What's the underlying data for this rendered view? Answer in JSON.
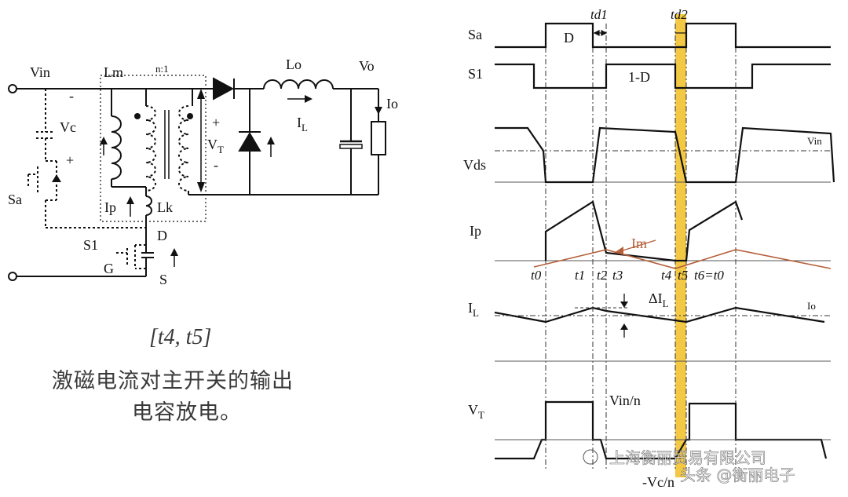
{
  "circuit": {
    "vin": "Vin",
    "lm": "Lm",
    "ratio": "n:1",
    "lo": "Lo",
    "vo": "Vo",
    "io": "Io",
    "vc": "Vc",
    "vc_minus": "-",
    "vc_plus": "+",
    "sa": "Sa",
    "vt": "V",
    "vt_sub": "T",
    "vt_plus": "+",
    "vt_minus": "-",
    "il": "I",
    "il_sub": "L",
    "ip": "Ip",
    "lk": "Lk",
    "s1": "S1",
    "d": "D",
    "g": "G",
    "s": "S"
  },
  "caption": {
    "interval": "[t4, t5]",
    "line1": "激磁电流对主开关的输出",
    "line2": "电容放电。"
  },
  "waveforms": {
    "sa": "Sa",
    "s1": "S1",
    "vds": "Vds",
    "ip": "Ip",
    "il": "I",
    "il_sub": "L",
    "vt": "V",
    "vt_sub": "T",
    "d_label": "D",
    "one_minus_d": "1-D",
    "td1": "td1",
    "td2": "td2",
    "vin_small": "Vin",
    "im": "Im",
    "io_small": "Io",
    "delta_il": "ΔI",
    "delta_il_sub": "L",
    "vin_n": "Vin/n",
    "neg_vc_n": "-Vc/n",
    "times": [
      "t0",
      "t1",
      "t2",
      "t3",
      "t4",
      "t5",
      "t6=t0"
    ],
    "highlight_color": "#f2c230",
    "im_color": "#b5603a"
  },
  "watermark": {
    "company": "上海衡丽贸易有限公司",
    "source": "头条 @衡丽电子"
  }
}
